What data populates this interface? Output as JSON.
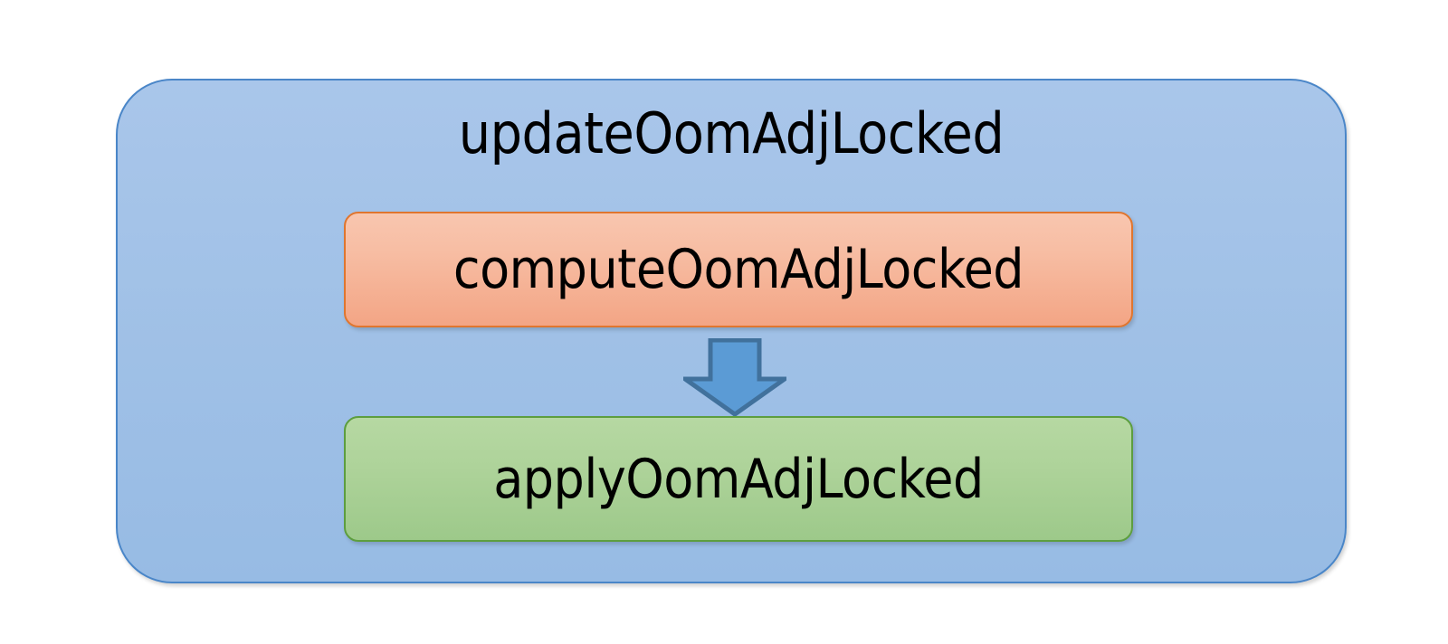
{
  "diagram": {
    "type": "nested-flow",
    "outer": {
      "label": "updateOomAdjLocked",
      "fill_top": "#a9c6ea",
      "fill_bottom": "#97bbe4",
      "border_color": "#4a86c8"
    },
    "nodes": [
      {
        "id": "compute",
        "label": "computeOomAdjLocked",
        "fill_top": "#f8c6af",
        "fill_bottom": "#f3a585",
        "border_color": "#e0762f"
      },
      {
        "id": "apply",
        "label": "applyOomAdjLocked",
        "fill_top": "#b6d8a2",
        "fill_bottom": "#9dc98a",
        "border_color": "#5d9e3f"
      }
    ],
    "connectors": [
      {
        "id": "compute-to-apply",
        "icon": "down-arrow-icon",
        "from": "compute",
        "to": "apply",
        "fill": "#5b9bd5",
        "border_color": "#41719c"
      }
    ],
    "background": "#ffffff"
  }
}
